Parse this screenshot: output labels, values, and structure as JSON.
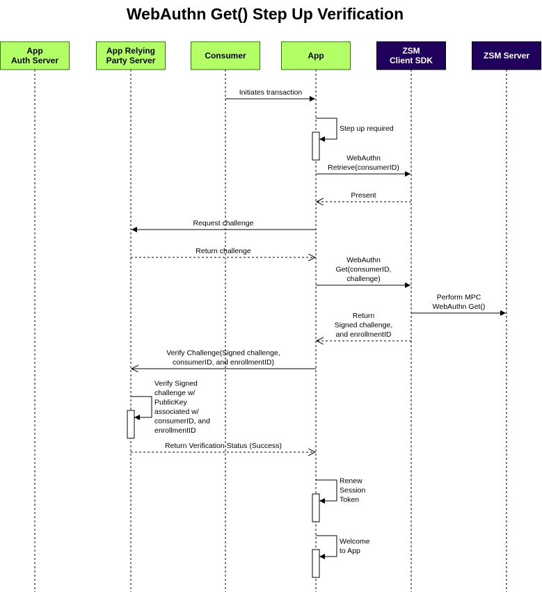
{
  "title": "WebAuthn Get() Step Up Verification",
  "colors": {
    "green_fill": "#b3ff66",
    "green_stroke": "#2d7600",
    "purple_fill": "#21005d",
    "purple_stroke": "#000000",
    "line": "#000000"
  },
  "participants": [
    {
      "id": "auth",
      "lines": [
        "App",
        "Auth Server"
      ],
      "style": "green"
    },
    {
      "id": "rp",
      "lines": [
        "App Relying",
        "Party Server"
      ],
      "style": "green"
    },
    {
      "id": "consumer",
      "lines": [
        "Consumer"
      ],
      "style": "green"
    },
    {
      "id": "app",
      "lines": [
        "App"
      ],
      "style": "green"
    },
    {
      "id": "sdk",
      "lines": [
        "ZSM",
        "Client SDK"
      ],
      "style": "purple"
    },
    {
      "id": "server",
      "lines": [
        "ZSM Server"
      ],
      "style": "purple"
    }
  ],
  "messages": [
    {
      "from": "consumer",
      "to": "app",
      "kind": "sync",
      "label": [
        "Initiates transaction"
      ]
    },
    {
      "from": "app",
      "to": "app",
      "kind": "self",
      "label": [
        "Step up required"
      ]
    },
    {
      "from": "app",
      "to": "sdk",
      "kind": "sync",
      "label": [
        "WebAuthn",
        "Retrieve(consumerID)"
      ]
    },
    {
      "from": "sdk",
      "to": "app",
      "kind": "return",
      "label": [
        "Present"
      ]
    },
    {
      "from": "app",
      "to": "rp",
      "kind": "sync",
      "label": [
        "Request challenge"
      ]
    },
    {
      "from": "rp",
      "to": "app",
      "kind": "return",
      "label": [
        "Return challenge"
      ]
    },
    {
      "from": "app",
      "to": "sdk",
      "kind": "sync",
      "label": [
        "WebAuthn",
        "Get(consumerID,",
        "challenge)"
      ]
    },
    {
      "from": "sdk",
      "to": "server",
      "kind": "sync",
      "label": [
        "Perform MPC",
        "WebAuthn Get()"
      ]
    },
    {
      "from": "sdk",
      "to": "app",
      "kind": "return",
      "label": [
        "Return",
        "Signed challenge,",
        "and enrollmentID"
      ]
    },
    {
      "from": "app",
      "to": "rp",
      "kind": "open",
      "label": [
        "Verify Challenge(Signed challenge,",
        "consumerID, and enrollmentID)"
      ]
    },
    {
      "from": "rp",
      "to": "rp",
      "kind": "self",
      "label": [
        "Verify Signed",
        "challenge w/",
        "PublicKey",
        "associated w/",
        "consumerID, and",
        "enrollmentID"
      ]
    },
    {
      "from": "rp",
      "to": "app",
      "kind": "return",
      "label": [
        "Return Verification Status (Success)"
      ]
    },
    {
      "from": "app",
      "to": "app",
      "kind": "self",
      "label": [
        "Renew",
        "Session",
        "Token"
      ]
    },
    {
      "from": "app",
      "to": "app",
      "kind": "self",
      "label": [
        "Welcome",
        "to App"
      ]
    }
  ]
}
